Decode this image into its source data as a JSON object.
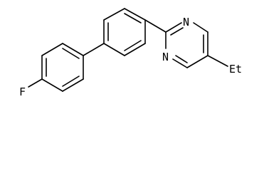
{
  "structure": {
    "atoms": {
      "ring_nitrogen_top": "N",
      "ring_nitrogen_bottom": "N",
      "fluorine": "F",
      "ethyl": "Et"
    }
  },
  "colors": {
    "line": "#000000",
    "background": "#ffffff"
  }
}
